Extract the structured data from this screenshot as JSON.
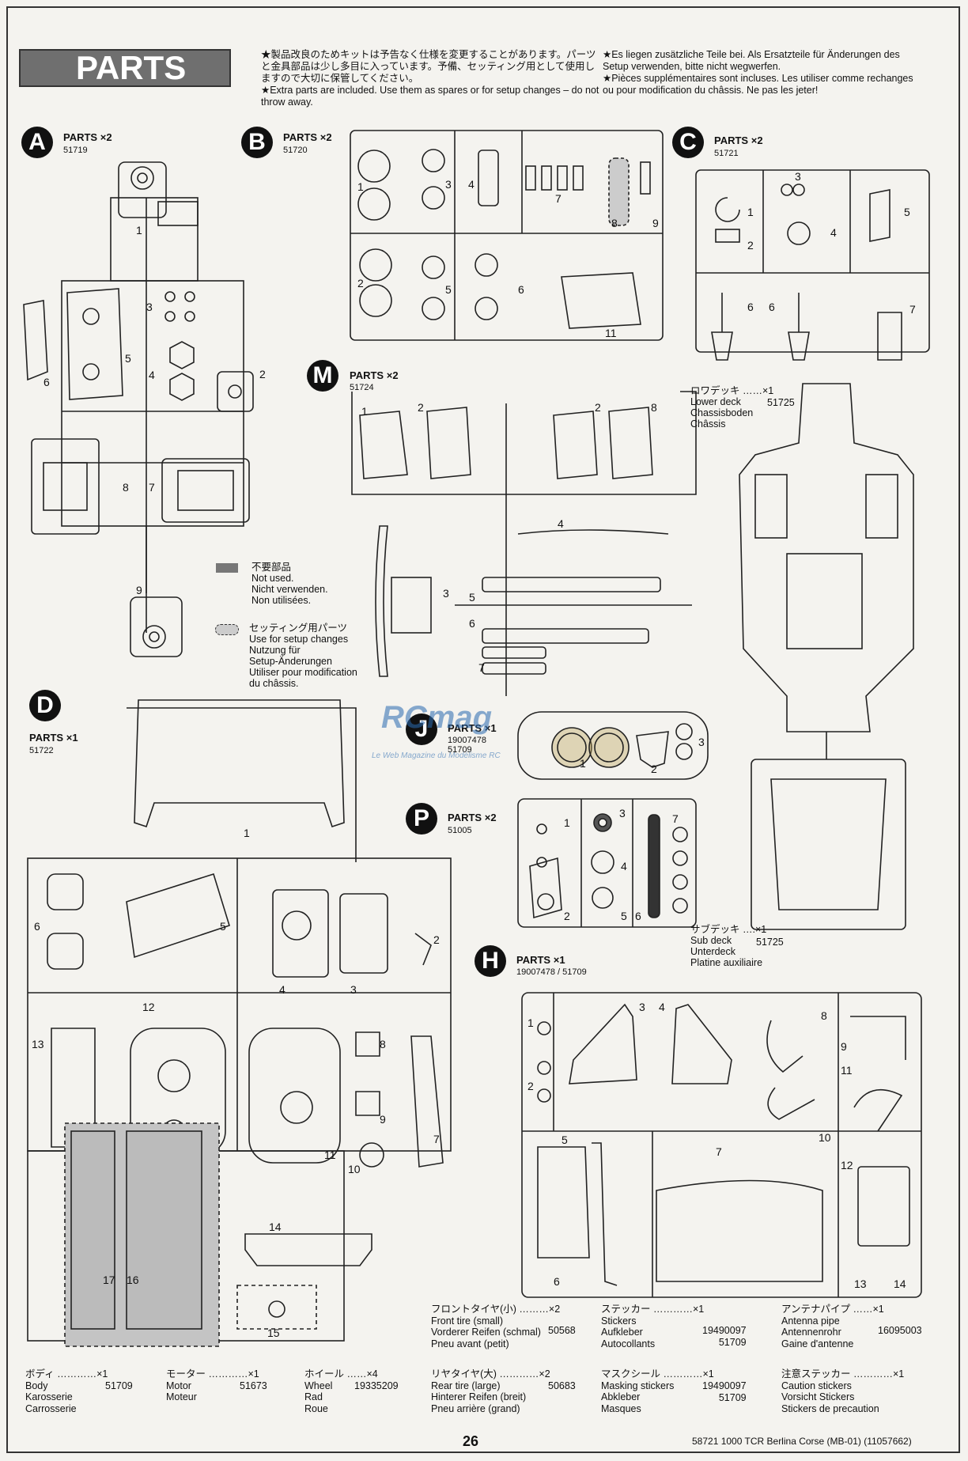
{
  "page": {
    "title": "PARTS",
    "notes_ja": "★製品改良のためキットは予告なく仕様を変更することがあります。パーツと金具部品は少し多目に入っています。予備、セッティング用として使用しますので大切に保管してください。",
    "notes_en": "★Extra parts are included. Use them as spares or for setup changes – do not throw away.",
    "notes_de": "★Es liegen zusätzliche Teile bei. Als Ersatzteile für Änderungen des Setup verwenden, bitte nicht wegwerfen.",
    "notes_fr": "★Pièces supplémentaires sont incluses. Les utiliser comme rechanges ou pour modification du châssis. Ne pas les jeter!",
    "page_number": "26",
    "footer": "58721 1000 TCR Berlina Corse (MB-01) (11057662)"
  },
  "watermark": {
    "logo": "RCmag",
    "tagline": "Le Web Magazine du Modélisme RC"
  },
  "legend": {
    "not_used": [
      "不要部品",
      "Not used.",
      "Nicht verwenden.",
      "Non utilisées."
    ],
    "setup": [
      "セッティング用パーツ",
      "Use for setup changes",
      "Nutzung für",
      "Setup-Änderungen",
      "Utiliser pour modification",
      "du châssis."
    ]
  },
  "trees": [
    {
      "letter": "A",
      "label": "PARTS",
      "qty": "×2",
      "code": "51719"
    },
    {
      "letter": "B",
      "label": "PARTS",
      "qty": "×2",
      "code": "51720"
    },
    {
      "letter": "C",
      "label": "PARTS",
      "qty": "×2",
      "code": "51721"
    },
    {
      "letter": "M",
      "label": "PARTS",
      "qty": "×2",
      "code": "51724"
    },
    {
      "letter": "D",
      "label": "PARTS",
      "qty": "×1",
      "code": "51722"
    },
    {
      "letter": "J",
      "label": "PARTS",
      "qty": "×1",
      "code": "19007478\n51709"
    },
    {
      "letter": "P",
      "label": "PARTS",
      "qty": "×2",
      "code": "51005"
    },
    {
      "letter": "H",
      "label": "PARTS",
      "qty": "×1",
      "code": "19007478 / 51709"
    }
  ],
  "lower_deck": {
    "ja": "ロワデッキ ……×1",
    "en": "Lower deck",
    "de": "Chassisboden",
    "fr": "Châssis",
    "code": "51725"
  },
  "sub_deck": {
    "ja": "サブデッキ ….×1",
    "en": "Sub deck",
    "de": "Unterdeck",
    "fr": "Platine auxiliaire",
    "code": "51725"
  },
  "bottom_list": [
    {
      "ja": "ボディ …………×1",
      "lines": [
        "Body",
        "Karosserie",
        "Carrosserie"
      ],
      "code": "51709"
    },
    {
      "ja": "モーター …………×1",
      "lines": [
        "Motor",
        "Moteur"
      ],
      "code": "51673"
    },
    {
      "ja": "ホイール ……×4",
      "lines": [
        "Wheel",
        "Rad",
        "Roue"
      ],
      "code": "19335209"
    },
    {
      "ja": "フロントタイヤ(小) ………×2",
      "lines": [
        "Front tire (small)",
        "Vorderer Reifen (schmal)",
        "Pneu avant (petit)"
      ],
      "code": "50568"
    },
    {
      "ja": "リヤタイヤ(大) …………×2",
      "lines": [
        "Rear tire (large)",
        "Hinterer Reifen (breit)",
        "Pneu arrière (grand)"
      ],
      "code": "50683"
    },
    {
      "ja": "ステッカー …………×1",
      "lines": [
        "Stickers",
        "Aufkleber",
        "Autocollants"
      ],
      "code": "19490097\n51709"
    },
    {
      "ja": "マスクシール …………×1",
      "lines": [
        "Masking stickers",
        "Abkleber",
        "Masques"
      ],
      "code": "19490097\n51709"
    },
    {
      "ja": "アンテナパイプ ……×1",
      "lines": [
        "Antenna pipe",
        "Antennenrohr",
        "Gaine d'antenne"
      ],
      "code": "16095003"
    },
    {
      "ja": "注意ステッカー …………×1",
      "lines": [
        "Caution stickers",
        "Vorsicht Stickers",
        "Stickers de precaution"
      ],
      "code": ""
    }
  ],
  "part_numbers": {
    "A": [
      "1",
      "2",
      "3",
      "4",
      "5",
      "6",
      "7",
      "8",
      "9"
    ],
    "B": [
      "1",
      "2",
      "3",
      "4",
      "5",
      "6",
      "7",
      "8",
      "9",
      "11"
    ],
    "C": [
      "1",
      "2",
      "3",
      "4",
      "5",
      "6",
      "6",
      "7"
    ],
    "M": [
      "1",
      "2",
      "2",
      "8",
      "3",
      "4",
      "5",
      "6",
      "7"
    ],
    "D": [
      "1",
      "2",
      "3",
      "4",
      "5",
      "6",
      "7",
      "8",
      "9",
      "10",
      "11",
      "12",
      "13",
      "14",
      "15",
      "16",
      "17"
    ],
    "J": [
      "1",
      "2",
      "3"
    ],
    "P": [
      "1",
      "2",
      "3",
      "4",
      "5",
      "6",
      "7"
    ],
    "H": [
      "1",
      "2",
      "3",
      "4",
      "5",
      "6",
      "7",
      "8",
      "9",
      "10",
      "11",
      "12",
      "13",
      "14"
    ]
  }
}
